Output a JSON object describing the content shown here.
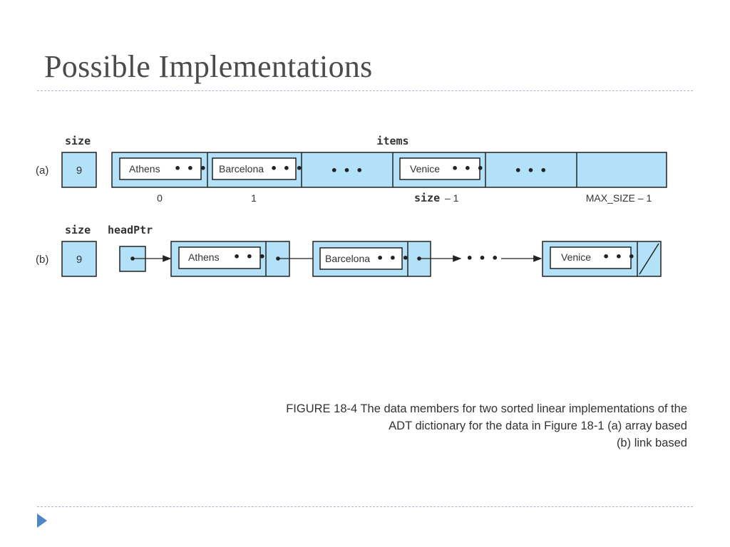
{
  "slide": {
    "title": "Possible Implementations"
  },
  "figure": {
    "array": {
      "row_label": "(a)",
      "size_label": "size",
      "size_value": "9",
      "items_label": "items",
      "cells": [
        "Athens",
        "Barcelona",
        "",
        "Venice",
        "",
        ""
      ],
      "index_labels": [
        "0",
        "1",
        "size",
        "– 1",
        "MAX_SIZE – 1"
      ]
    },
    "linked": {
      "row_label": "(b)",
      "size_label": "size",
      "size_value": "9",
      "head_label": "headPtr",
      "nodes": [
        "Athens",
        "Barcelona",
        "Venice"
      ]
    },
    "ellipsis": "• • •"
  },
  "caption": {
    "line1": "FIGURE 18-4 The data members for two sorted linear implementations of the",
    "line2": "ADT dictionary for the data in Figure 18-1 (a) array based",
    "line3": "(b) link based"
  },
  "colors": {
    "cell_fill": "#b3e1f7",
    "stroke": "#222222",
    "title": "#4b4b4b",
    "bullet": "#4f86c6"
  }
}
